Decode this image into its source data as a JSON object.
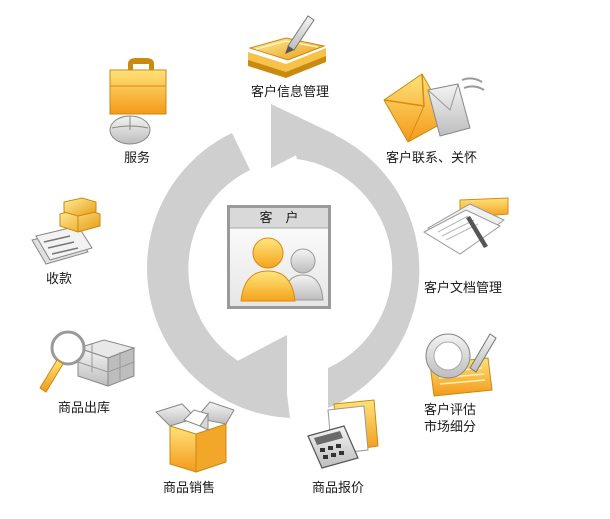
{
  "center": {
    "title": "客　户"
  },
  "nodes": [
    {
      "id": "customer-info",
      "label": "客户信息管理",
      "icon": "notebook-pen-icon"
    },
    {
      "id": "contact-care",
      "label": "客户联系、关怀",
      "icon": "envelope-icon"
    },
    {
      "id": "documents",
      "label": "客户文档管理",
      "icon": "documents-pen-icon"
    },
    {
      "id": "evaluation",
      "label": "客户评估",
      "label2": "市场细分",
      "icon": "notepad-pen-icon"
    },
    {
      "id": "quotation",
      "label": "商品报价",
      "icon": "calculator-icon"
    },
    {
      "id": "sales",
      "label": "商品销售",
      "icon": "open-box-icon"
    },
    {
      "id": "outbound",
      "label": "商品出库",
      "icon": "magnifier-boxes-icon"
    },
    {
      "id": "payment",
      "label": "收款",
      "icon": "gold-money-icon"
    },
    {
      "id": "service",
      "label": "服务",
      "icon": "briefcase-mouse-icon"
    }
  ],
  "colors": {
    "cycle": "#cfcfcf",
    "accent": "#f5a623",
    "accent_light": "#ffd766",
    "frame": "#8a8a8a"
  }
}
